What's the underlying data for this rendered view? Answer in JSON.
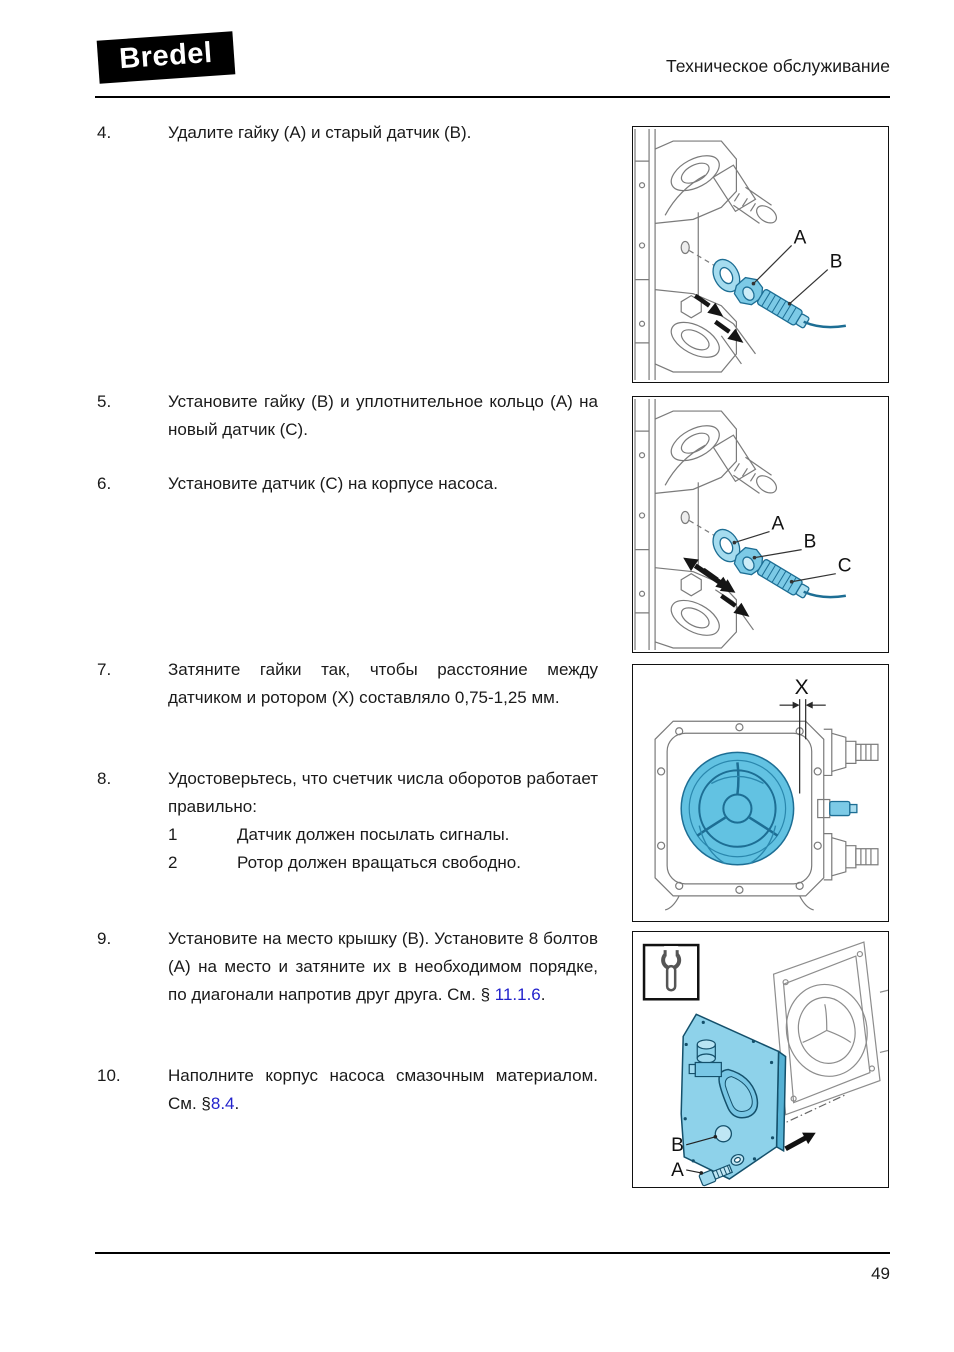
{
  "header": {
    "logo_text": "Bredel",
    "title": "Техническое обслуживание"
  },
  "footer": {
    "page_number": "49"
  },
  "steps": [
    {
      "num": "4.",
      "text": "Удалите гайку (A) и старый датчик (B)."
    },
    {
      "num": "5.",
      "text": "Установите гайку (B) и уплотнительное кольцо (A) на новый датчик (C)."
    },
    {
      "num": "6.",
      "text": "Установите датчик (C) на корпусе насоса."
    },
    {
      "num": "7.",
      "text": "Затяните гайки так, чтобы расстояние между датчиком и ротором (X) составляло 0,75-1,25 мм."
    },
    {
      "num": "8.",
      "text": "Удостоверьтесь, что счетчик числа оборотов работает правильно:",
      "subitems": [
        {
          "num": "1",
          "text": "Датчик должен посылать сигналы."
        },
        {
          "num": "2",
          "text": "Ротор должен вращаться свободно."
        }
      ]
    },
    {
      "num": "9.",
      "text_before": "Установите на место крышку (B). Установите 8 болтов (A) на место и затяните их в необходимом порядке, по диагонали напротив друг друга. См. § ",
      "link": "11.1.6",
      "text_after": "."
    },
    {
      "num": "10.",
      "text_before": "Наполните корпус насоса смазочным материалом. См. §",
      "link": "8.4",
      "text_after": "."
    }
  ],
  "figures": [
    {
      "labels": [
        "A",
        "B"
      ]
    },
    {
      "labels": [
        "A",
        "B",
        "C"
      ]
    },
    {
      "labels": [
        "X"
      ]
    },
    {
      "labels": [
        "B",
        "A"
      ],
      "icon": "wrench-icon"
    }
  ],
  "colors": {
    "highlight_blue": "#7CCAE6",
    "rotor_blue": "#62C2E2",
    "cover_blue": "#8ED2EA",
    "part_outline_blue": "#1D6E94",
    "link_blue": "#2222CC",
    "logo_bg": "#000000"
  }
}
